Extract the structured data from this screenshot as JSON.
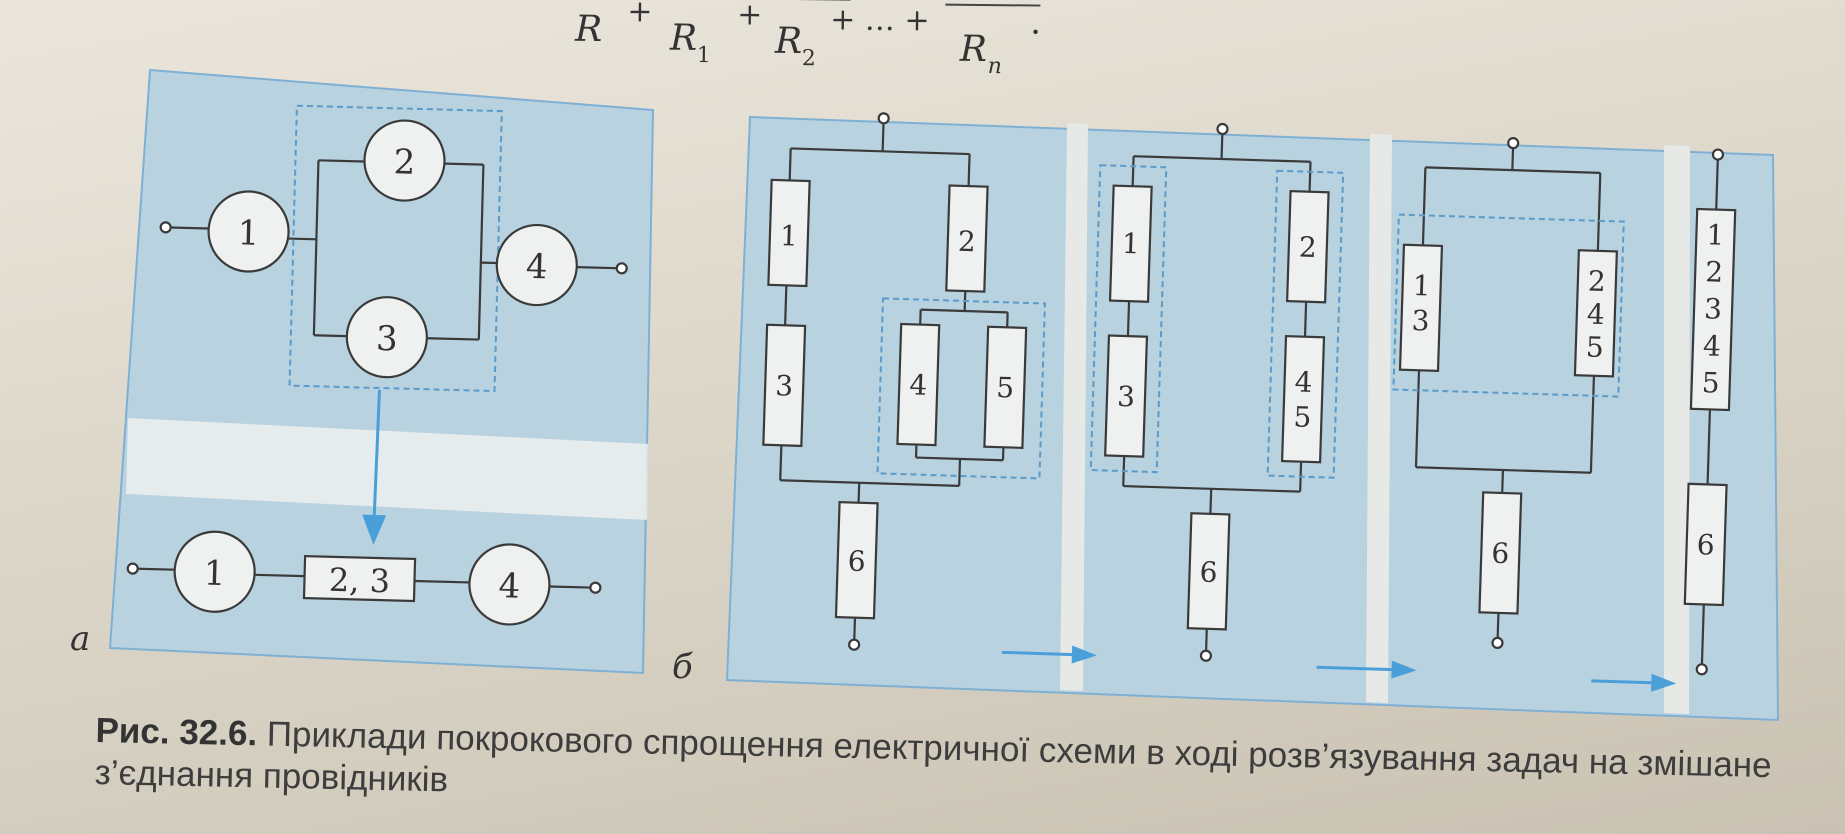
{
  "formula": {
    "lhs": "R",
    "terms": [
      "R",
      "R",
      "R"
    ],
    "subscripts": [
      "1",
      "2",
      "n"
    ],
    "plus": "+",
    "dots": "+ … +",
    "period": "."
  },
  "panel_a": {
    "label": "а",
    "top": {
      "r1": "1",
      "r2": "2",
      "r3": "3",
      "r4": "4"
    },
    "bottom": {
      "r1": "1",
      "r23": "2, 3",
      "r4": "4"
    }
  },
  "panel_b": {
    "label": "б",
    "stage1": {
      "r1": "1",
      "r2": "2",
      "r3": "3",
      "r4": "4",
      "r5": "5",
      "r6": "6"
    },
    "stage2": {
      "r1": "1",
      "r3": "3",
      "r2": "2",
      "r4": "4",
      "r5": "5",
      "r6": "6"
    },
    "stage3": {
      "r1": "1",
      "r3": "3",
      "r2": "2",
      "r4": "4",
      "r5": "5",
      "r6": "6"
    },
    "stage4": {
      "r1": "1",
      "r2": "2",
      "r3": "3",
      "r4": "4",
      "r5": "5",
      "r6": "6"
    }
  },
  "caption": {
    "label": "Рис. 32.6.",
    "text": "Приклади покрокового спрощення електричної схеми в ході розв’язування задач на змішане з’єднання провідників"
  },
  "colors": {
    "panel": "#b8d2e0",
    "dash": "#5a9bc9",
    "arrow": "#4a9fd8",
    "wire": "#3a3a3a",
    "element_fill": "#eef1ef"
  }
}
